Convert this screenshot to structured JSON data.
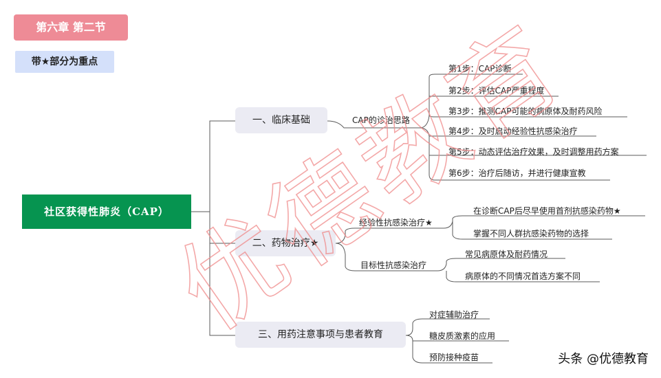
{
  "badge": "第六章 第二节",
  "note": "带★部分为重点",
  "root": "社区获得性肺炎（CAP）",
  "branches": [
    {
      "label": "一、临床基础",
      "sub": [
        {
          "label": "CAP的诊治思路",
          "items": [
            "第1步：CAP诊断",
            "第2步：评估CAP严重程度",
            "第3步：推测CAP可能的病原体及耐药风险",
            "第4步：及时启动经验性抗感染治疗",
            "第5步：动态评估治疗效果，及时调整用药方案",
            "第6步：治疗后随访，并进行健康宣教"
          ]
        }
      ]
    },
    {
      "label": "二、药物治疗★",
      "sub": [
        {
          "label": "经验性抗感染治疗★",
          "items": [
            "在诊断CAP后尽早使用首剂抗感染药物★",
            "掌握不同人群抗感染药物的选择"
          ]
        },
        {
          "label": "目标性抗感染治疗",
          "items": [
            "常见病原体及耐药情况",
            "病原体的不同情况首选方案不同"
          ]
        }
      ]
    },
    {
      "label": "三、用药注意事项与患者教育",
      "items": [
        "对症辅助治疗",
        "糖皮质激素的应用",
        "预防接种疫苗"
      ]
    }
  ],
  "watermark": "优德教育",
  "footer": "头条 @优德教育",
  "colors": {
    "badge_bg": "#ee8b96",
    "note_bg": "#d4e0fa",
    "root_bg": "#069450",
    "branch_bg": "#ebebf3",
    "watermark": "#f08a8a",
    "line": "#555555"
  }
}
